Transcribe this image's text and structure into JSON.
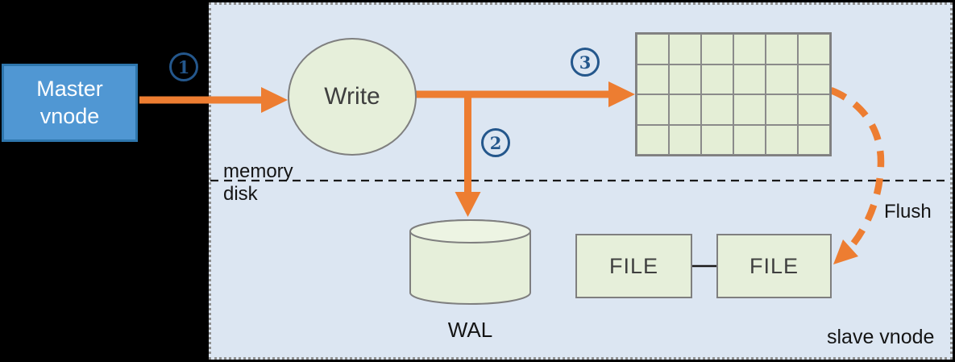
{
  "diagram": {
    "nodes": {
      "master_vnode": {
        "label": "Master vnode"
      },
      "write": {
        "label": "Write"
      },
      "buffer_grid": {
        "rows": 4,
        "cols": 6
      },
      "wal": {
        "label": "WAL"
      },
      "file_1": {
        "label": "FILE"
      },
      "file_2": {
        "label": "FILE"
      }
    },
    "labels": {
      "memory": "memory",
      "disk": "disk",
      "flush": "Flush",
      "slave_vnode": "slave vnode"
    },
    "steps": [
      {
        "number": "1"
      },
      {
        "number": "2"
      },
      {
        "number": "3"
      }
    ],
    "colors": {
      "arrow_orange": "#ED7D31",
      "step_circle_blue": "#24578C",
      "node_green_fill": "#E6EFDA",
      "node_border_gray": "#7F7F7F",
      "panel_fill": "#DCE6F2",
      "panel_border_dotted_gray": "#8F8F8F",
      "master_fill": "#5097D3",
      "master_border": "#2E76AD",
      "canvas_black": "#000000"
    }
  }
}
